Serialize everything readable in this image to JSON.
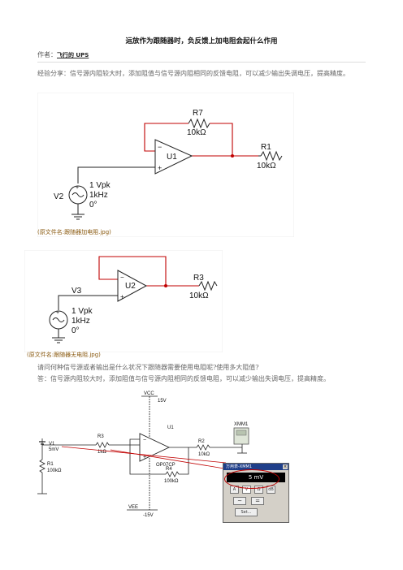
{
  "article": {
    "title": "运放作为跟随器时，负反馈上加电阻会起什么作用",
    "author_label": "作者：",
    "author_name": "飞行的 UPS",
    "experience": "经验分享：信号源内阻较大时，添加阻值与信号源内阻相同的反馈电阻，可以减少输出失调电压，提高精度。",
    "question": "请问何种信号源或者输出是什么状况下跟随器需要使用电阻呢?使用多大阻值?",
    "answer": "答：信号源内阻较大时，添加阻值与信号源内阻相同的反馈电阻，可以减少输出失调电压，提高精度。"
  },
  "figure1": {
    "caption": "(原文件名:跟随器加电阻.jpg)",
    "r7_name": "R7",
    "r7_value": "10kΩ",
    "r1_name": "R1",
    "r1_value": "10kΩ",
    "u_name": "U1",
    "source_name": "V2",
    "source_amp": "1 Vpk",
    "source_freq": "1kHz",
    "source_phase": "0°"
  },
  "figure2": {
    "caption": "(原文件名:跟随器无电阻.jpg)",
    "r_name": "R3",
    "r_value": "10kΩ",
    "u_name": "U2",
    "source_name": "V3",
    "source_amp": "1 Vpk",
    "source_freq": "1kHz",
    "source_phase": "0°"
  },
  "figure3": {
    "vcc_label": "VCC",
    "vcc_value": "15V",
    "vee_label": "VEE",
    "vee_value": "-15V",
    "r3_name": "R3",
    "r3_value": "1kΩ",
    "r2_name": "R2",
    "r2_value": "10kΩ",
    "r4_name": "R4",
    "r4_value": "100kΩ",
    "r1_name": "R1",
    "r1_value": "100kΩ",
    "v1_name": "V1",
    "v1_value": "5mV",
    "u_name": "U1",
    "opamp_model": "OP07CP",
    "meter_name": "XMM1",
    "meter_window_title": "万用表-XMM1",
    "meter_reading": "5 mV",
    "meter_buttons": [
      "A",
      "V",
      "Ω",
      "dB"
    ],
    "meter_set_label": "Set..."
  },
  "colors": {
    "wire_red": "#c00000",
    "caption": "#8a5a10"
  }
}
